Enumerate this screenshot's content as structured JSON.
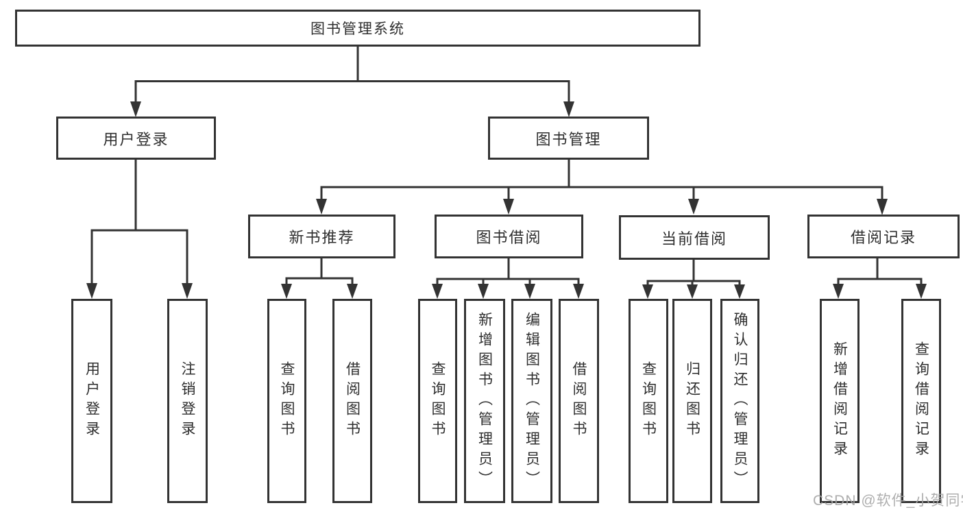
{
  "diagram_title": "图书管理系统",
  "colors": {
    "line": "#333333",
    "text": "#2e2e2e",
    "box_fill": "#ffffff",
    "watermark": "#a5a5a5"
  },
  "watermark": {
    "text": "CSDN @软件_小贺同学"
  },
  "tree": {
    "label": "图书管理系统",
    "children": [
      {
        "label": "用户登录",
        "children": [
          {
            "label": "用户登录"
          },
          {
            "label": "注销登录"
          }
        ]
      },
      {
        "label": "图书管理",
        "children": [
          {
            "label": "新书推荐",
            "children": [
              {
                "label": "查询图书"
              },
              {
                "label": "借阅图书"
              }
            ]
          },
          {
            "label": "图书借阅",
            "children": [
              {
                "label": "查询图书"
              },
              {
                "label": "新增图书（管理员）"
              },
              {
                "label": "编辑图书（管理员）"
              },
              {
                "label": "借阅图书"
              }
            ]
          },
          {
            "label": "当前借阅",
            "children": [
              {
                "label": "查询图书"
              },
              {
                "label": "归还图书"
              },
              {
                "label": "确认归还（管理员）"
              }
            ]
          },
          {
            "label": "借阅记录",
            "children": [
              {
                "label": "新增借阅记录"
              },
              {
                "label": "查询借阅记录"
              }
            ]
          }
        ]
      }
    ]
  }
}
